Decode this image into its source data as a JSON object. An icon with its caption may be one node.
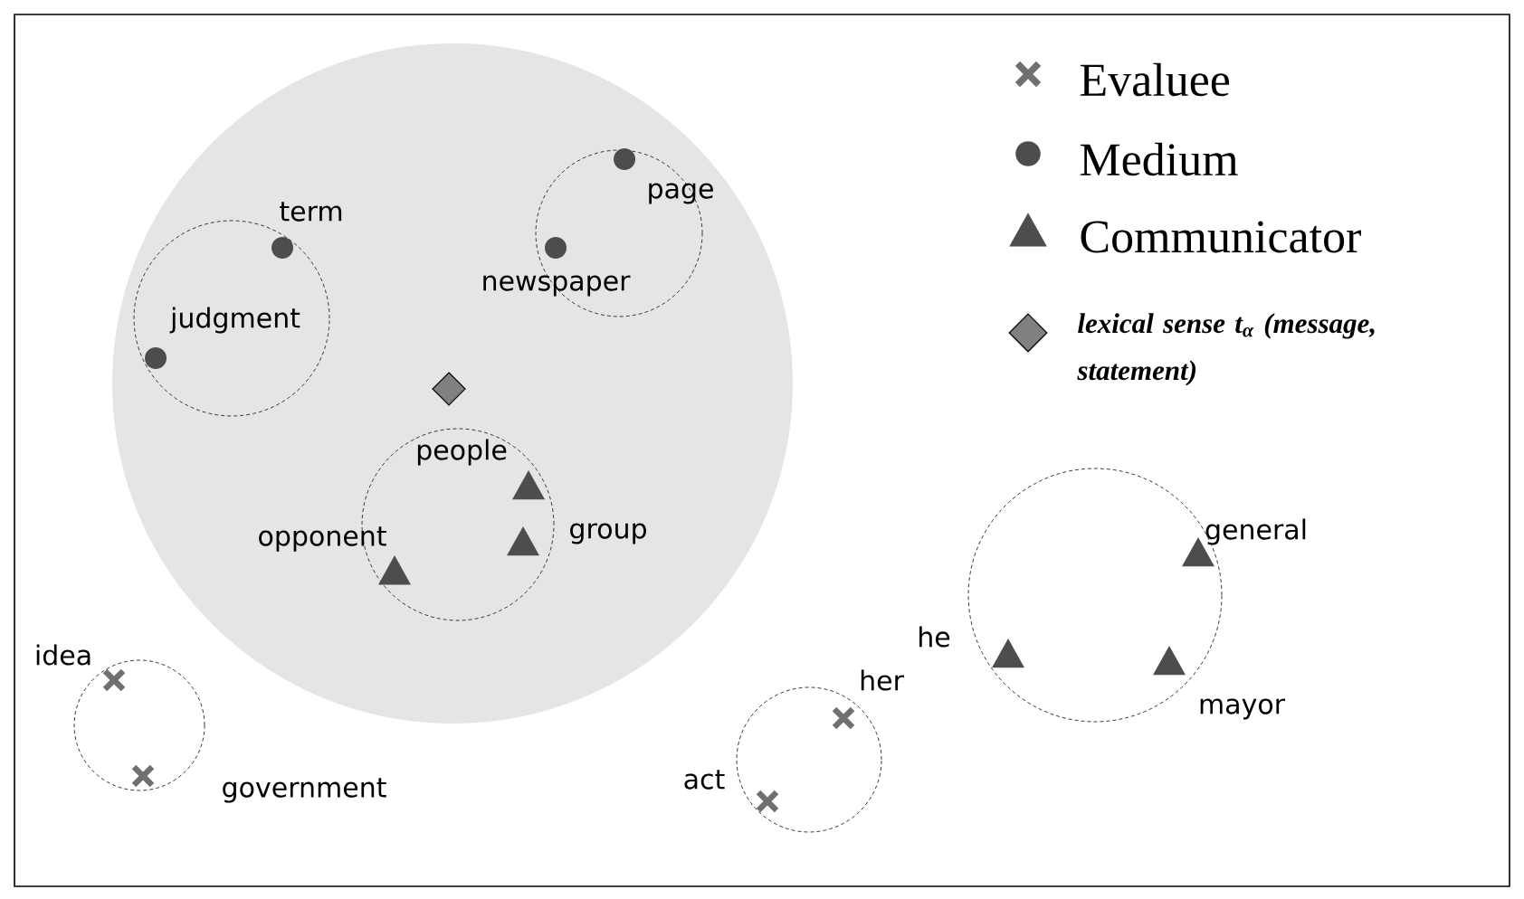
{
  "diagram": {
    "nodes": [
      {
        "text": [],
        "shape": "circle"
      },
      {
        "text": [],
        "shape": "circle",
        "in": 0
      },
      {
        "text": [],
        "shape": "circle",
        "in": 0
      },
      {
        "text": [],
        "shape": "circle",
        "in": 0
      },
      {
        "text": [],
        "shape": "circle"
      },
      {
        "text": [],
        "shape": "circle"
      },
      {
        "text": [],
        "shape": "circle"
      }
    ],
    "labels": [
      "page",
      "term",
      "newspaper",
      "judgment",
      "people",
      "general",
      "group",
      "opponent",
      "he",
      "idea",
      "her",
      "mayor",
      "act",
      "government"
    ],
    "legend": [
      {
        "text": "Evaluee"
      },
      {
        "text": "Medium"
      },
      {
        "text": "Communicator"
      },
      {
        "text": "lexical sense t$_{α}$ (message, statement)"
      }
    ]
  }
}
